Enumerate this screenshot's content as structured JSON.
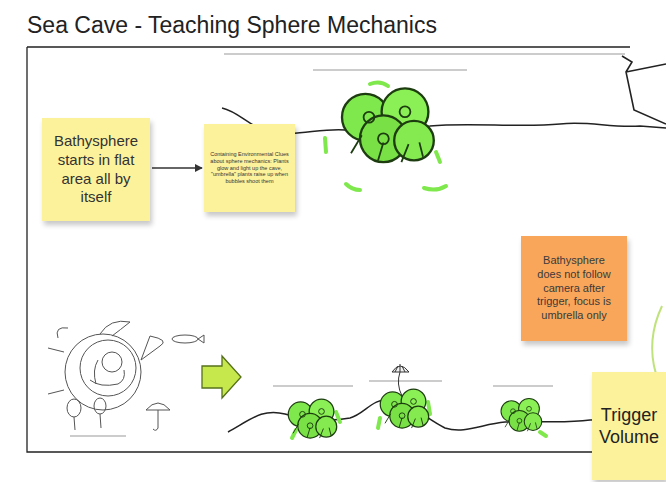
{
  "diagram": {
    "title": "Sea Cave - Teaching Sphere Mechanics",
    "nodes": [
      {
        "text": [
          "Bathysphere starts in flat area all by itself"
        ]
      },
      {
        "text": [
          "Containing Environmental Clues about sphere mechanics: Plants glow and light up the cave, \"umbrella\" plants raise up when bubbles shoot them"
        ]
      },
      {
        "text": [
          "Bathysphere does not follow camera after trigger, focus is umbrella only"
        ]
      },
      {
        "text": [
          "Trigger Volume"
        ]
      }
    ],
    "edges": [
      {
        "from": 0,
        "to": 1,
        "arrow": "to"
      }
    ]
  }
}
